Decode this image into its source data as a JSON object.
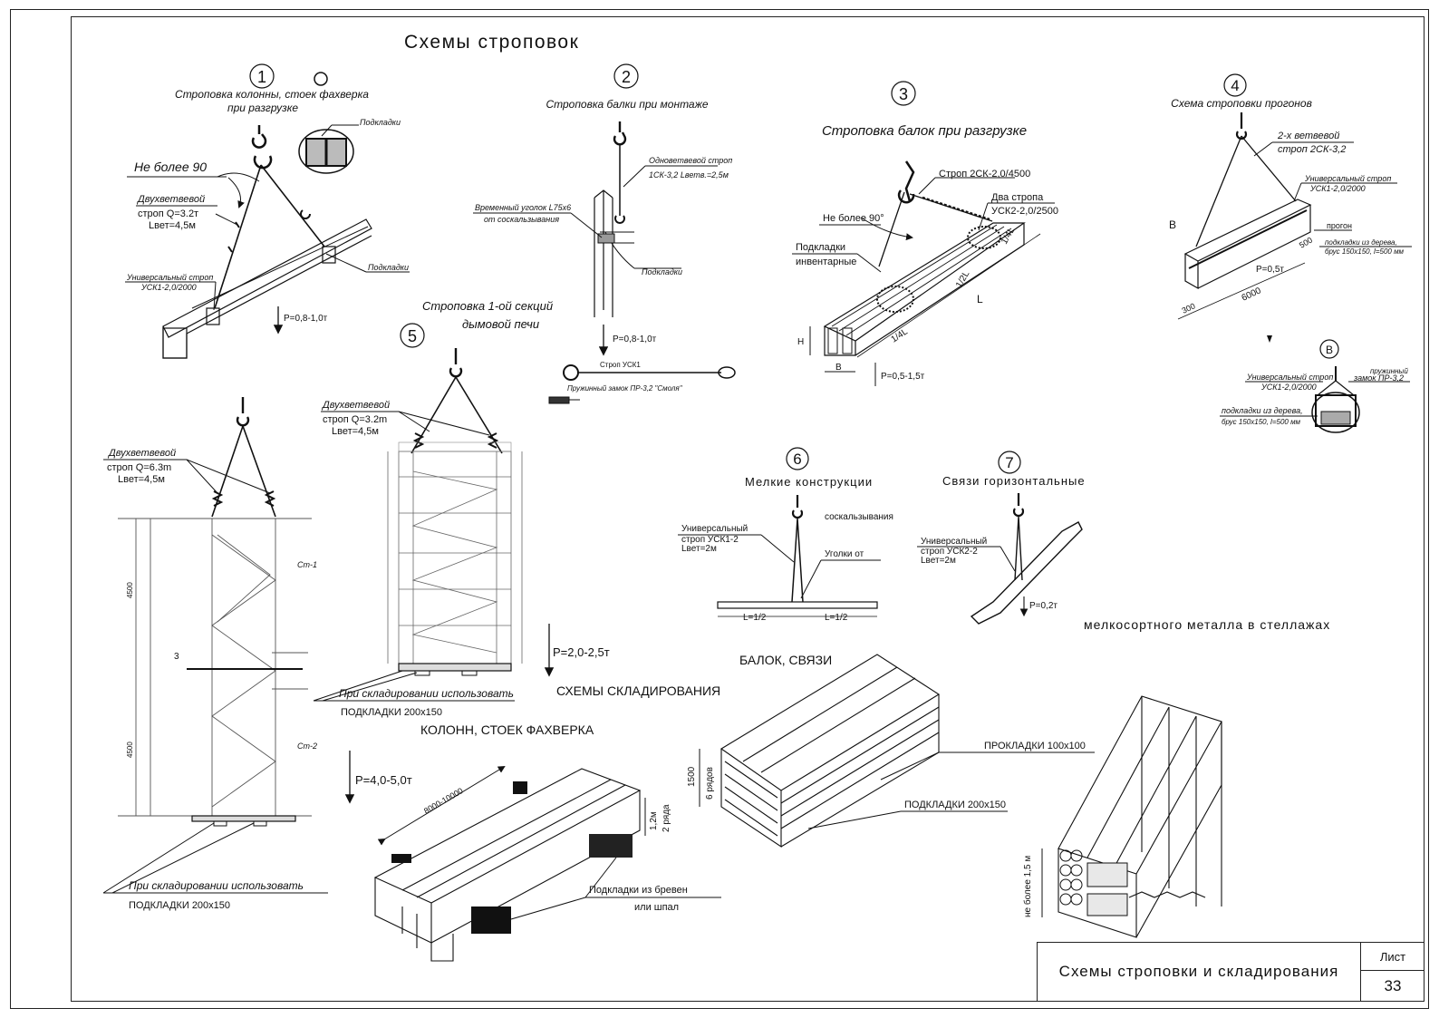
{
  "sheet": {
    "main_title": "Схемы строповок",
    "stamp_title": "Схемы строповки и складирования",
    "sheet_label": "Лист",
    "sheet_number": "33"
  },
  "scheme1": {
    "num": "1",
    "title_line1": "Строповка колонны, стоек фахверка",
    "title_line2": "при разгрузке",
    "angle": "Не более 90",
    "sling_line1": "Двухветвевой",
    "sling_line2": "строп Q=3.2т",
    "sling_line3": "Lвет=4,5м",
    "universal_line1": "Универсальный строп",
    "universal_line2": "УСК1-2,0/2000",
    "pads1": "Подкладки",
    "pads2": "Подкладки",
    "load": "P=0,8-1,0т"
  },
  "scheme2": {
    "num": "2",
    "title": "Строповка балки при монтаже",
    "sling_line1": "Одноветвевой строп",
    "sling_line2": "1СК-3,2 Lветв.=2,5м",
    "angle_line1": "Временный уголок L75x6",
    "angle_line2": "от соскальзывания",
    "pads": "Подкладки",
    "load": "P=0,8-1,0т",
    "strop": "Строп УСК1",
    "lock": "Пружинный замок ПР-3,2 \"Смоля\""
  },
  "scheme3": {
    "num": "3",
    "title": "Строповка балок при разгрузке",
    "strop": "Строп 2СК-2,0/4500",
    "two_line1": "Два стропа",
    "two_line2": "УСК2-2,0/2500",
    "angle": "Не более 90°",
    "pads_line1": "Подкладки",
    "pads_line2": "инвентарные",
    "h": "H",
    "b": "B",
    "q1": "1/4L",
    "q2": "1/2L",
    "q3": "1/4L",
    "l": "L",
    "load": "P=0,5-1,5т"
  },
  "scheme4": {
    "num": "4",
    "title": "Схема строповки прогонов",
    "sling_line1": "2-х ветвевой",
    "sling_line2": "строп 2СК-3,2",
    "universal_line1": "Универсальный строп",
    "universal_line2": "УСК1-2,0/2000",
    "purlin": "прогон",
    "pads_line1": "подкладки из дерева,",
    "pads_line2": "брус 150x150, l=500 мм",
    "d500": "500",
    "d300": "300",
    "d6000": "6000",
    "load": "P=0,5т",
    "b": "B",
    "detail_b": "B",
    "d_universal_line1": "Универсальный строп",
    "d_universal_line2": "УСК1-2,0/2000",
    "lock_line1": "пружинный",
    "lock_line2": "замок ПР-3,2",
    "d_pads_line1": "подкладки из дерева,",
    "d_pads_line2": "брус 150x150, l=500 мм"
  },
  "scheme5": {
    "num": "5",
    "title_line1": "Строповка 1-ой секций",
    "title_line2": "дымовой печи",
    "sling_line1": "Двухветвевой",
    "sling_line2": "строп Q=3.2m",
    "sling_line3": "Lвет=4,5м",
    "note": "При складировании использовать",
    "pads": "ПОДКЛАДКИ 200x150",
    "load": "P=2,0-2,5т"
  },
  "column_left": {
    "sling_line1": "Двухветвевой",
    "sling_line2": "строп Q=6.3m",
    "sling_line3": "Lвет=4,5м",
    "note": "При складировании использовать",
    "pads": "ПОДКЛАДКИ 200x150",
    "cm1": "Cm-1",
    "cm2": "Cm-2",
    "d4500a": "4500",
    "d4500b": "4500",
    "mark3": "3"
  },
  "scheme6": {
    "num": "6",
    "title": "Мелкие конструкции",
    "universal_line1": "Универсальный",
    "universal_line2": "строп УСК1-2",
    "universal_line3": "Lвет=2м",
    "slip": "соскальзывания",
    "angles": "Уголки от",
    "l1": "L=1/2",
    "l2": "L=1/2"
  },
  "scheme7": {
    "num": "7",
    "title": "Связи горизонтальные",
    "universal_line1": "Универсальный",
    "universal_line2": "строп УСК2-2",
    "universal_line3": "Lвет=2м",
    "load": "P=0,2т"
  },
  "storage": {
    "heading": "СХЕМЫ СКЛАДИРОВАНИЯ",
    "columns_heading": "КОЛОНН, СТОЕК ФАХВЕРКА",
    "beams_heading": "БАЛОК, СВЯЗИ",
    "smallmetal_heading": "мелкосортного металла в стеллажах",
    "columns_load": "P=4,0-5,0т",
    "columns_length": "8000-10000",
    "columns_height": "1,2м",
    "columns_rows": "2 ряда",
    "columns_pads_line1": "Подкладки из бревен",
    "columns_pads_line2": "или шпал",
    "beams_spacers": "ПРОКЛАДКИ 100x100",
    "beams_pads": "ПОДКЛАДКИ 200x150",
    "beams_height": "1500",
    "beams_rows": "6 рядов",
    "rack_height": "не более 1,5 м"
  }
}
